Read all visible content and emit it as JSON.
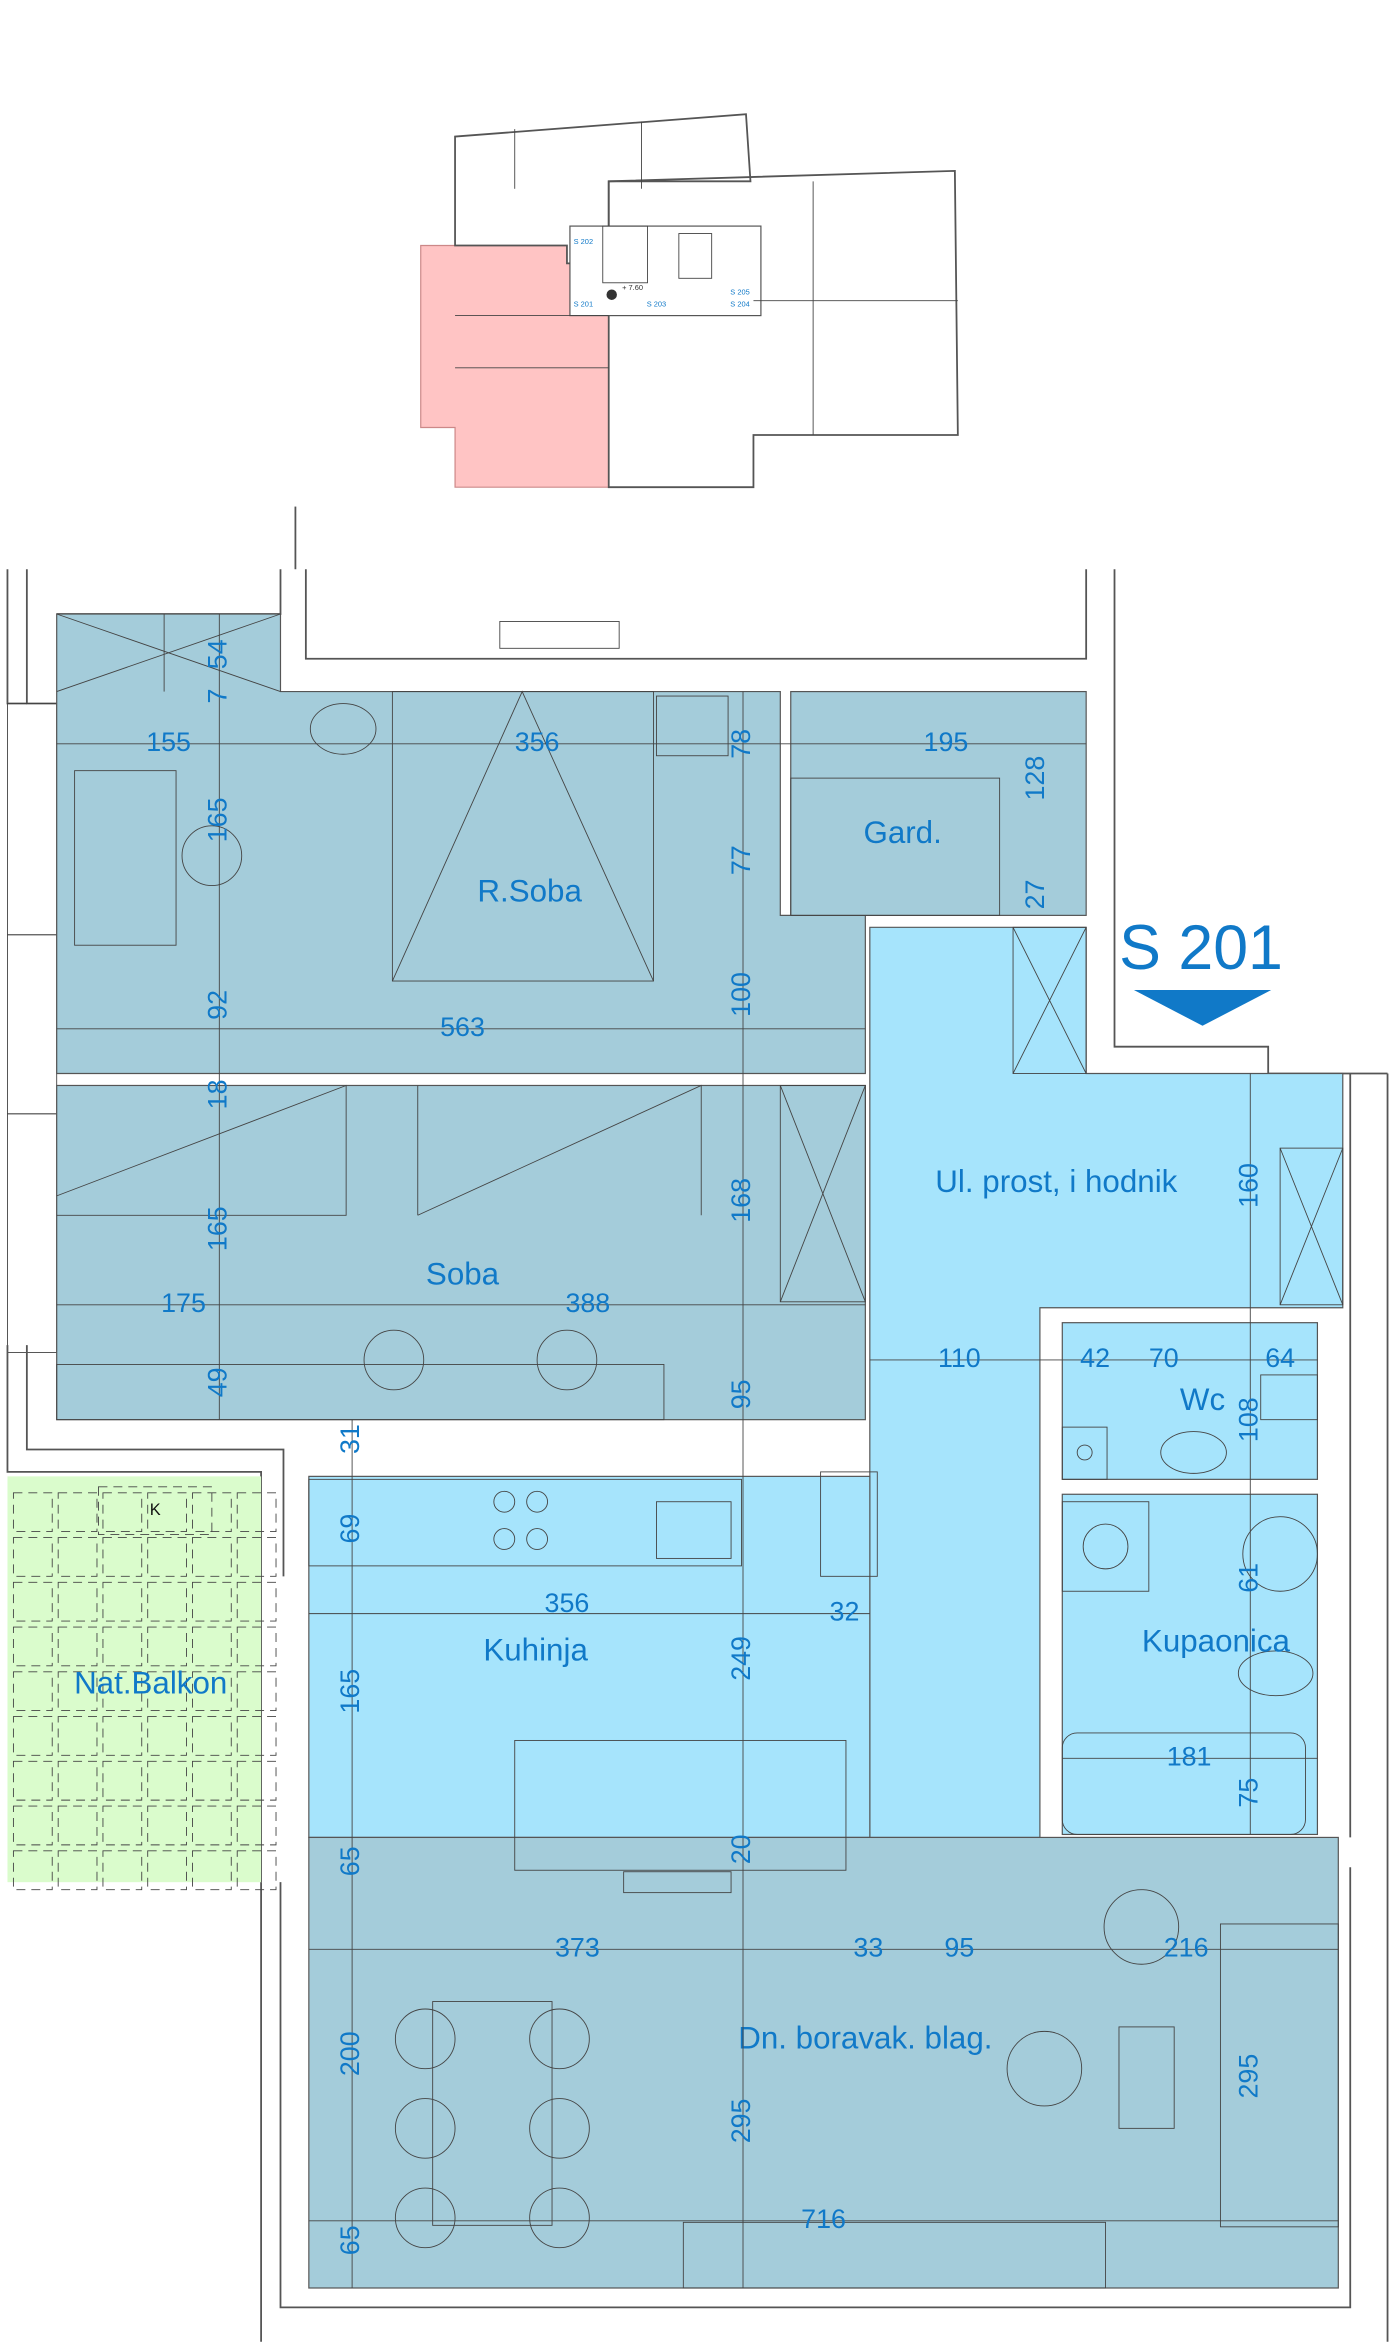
{
  "colors": {
    "room_dark": "#a4ccda",
    "room_light": "#a6e4fc",
    "balcony": "#dafccc",
    "keyplan_highlight": "#ffc4c4",
    "text": "#1079c8"
  },
  "keyplan": {
    "labels": [
      "S 202",
      "S 201",
      "S 203",
      "S 205",
      "S 204"
    ],
    "level": "+ 7.60"
  },
  "unit": {
    "code": "S 201"
  },
  "rooms": {
    "r_soba": "R.Soba",
    "gard": "Gard.",
    "hodnik": "Ul. prost, i hodnik",
    "soba": "Soba",
    "wc": "Wc",
    "kuhinja": "Kuhinja",
    "kupaonica": "Kupaonica",
    "balkon": "Nat.Balkon",
    "boravak": "Dn. boravak. blag."
  },
  "balcony_mark": "K",
  "dimensions": [
    "54",
    "7",
    "155",
    "356",
    "78",
    "195",
    "128",
    "165",
    "77",
    "27",
    "100",
    "92",
    "563",
    "18",
    "168",
    "165",
    "175",
    "388",
    "160",
    "110",
    "42",
    "70",
    "64",
    "108",
    "49",
    "95",
    "31",
    "69",
    "356",
    "32",
    "249",
    "61",
    "165",
    "181",
    "75",
    "65",
    "20",
    "373",
    "33",
    "95",
    "216",
    "200",
    "295",
    "295",
    "65",
    "716"
  ]
}
